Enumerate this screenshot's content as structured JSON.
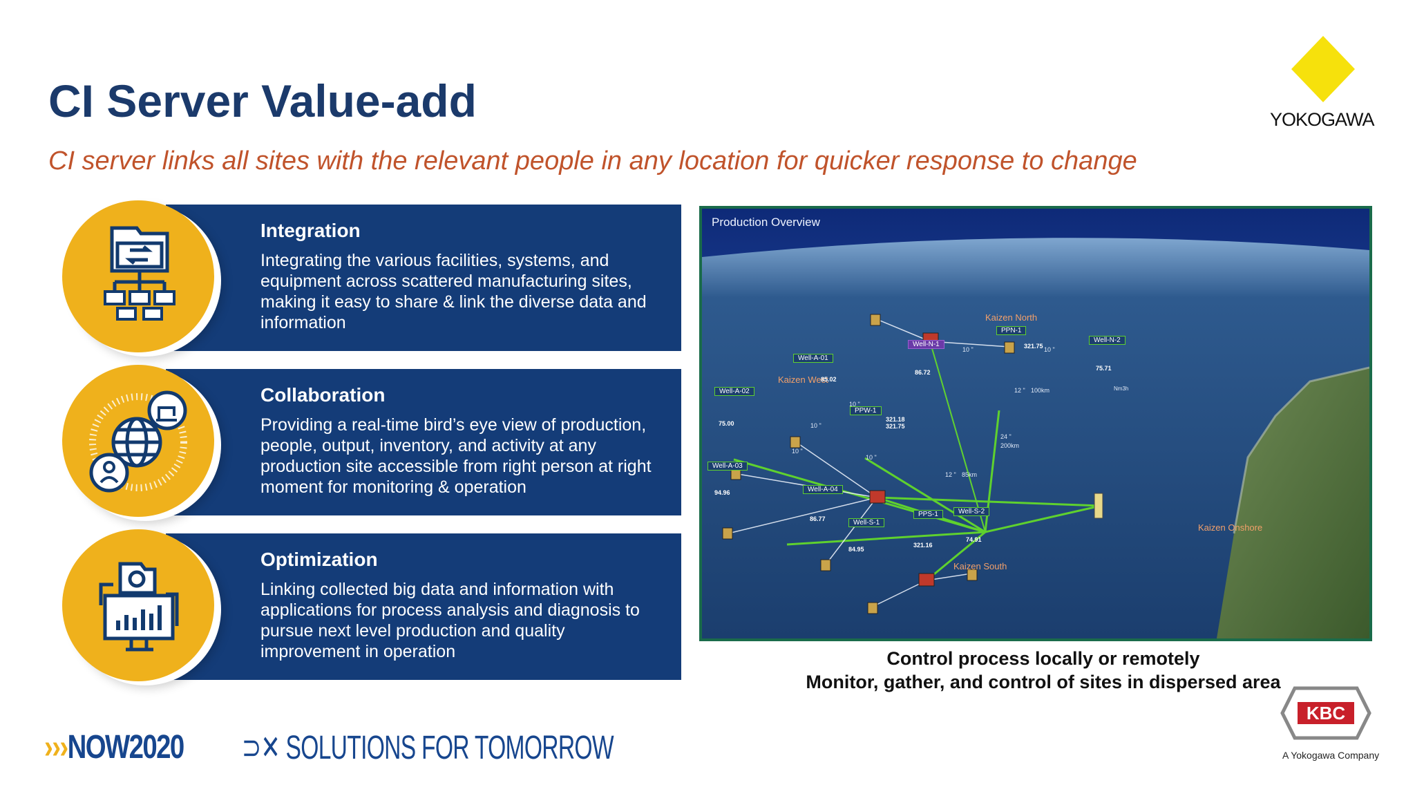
{
  "slide": {
    "title": "CI Server Value-add",
    "subtitle": "CI server links all sites with the relevant people in any location for quicker response to change",
    "brand": "YOKOGAWA"
  },
  "cards": [
    {
      "icon": "data-network-icon",
      "heading": "Integration",
      "body": "Integrating the various facilities, systems, and equipment across scattered manufacturing sites, making it easy to share & link the diverse data and information"
    },
    {
      "icon": "globe-people-icon",
      "heading": "Collaboration",
      "body": "Providing a real-time bird’s eye view of production, people, output, inventory, and activity at any production site accessible from right person at right moment for monitoring & operation"
    },
    {
      "icon": "analytics-monitor-icon",
      "heading": "Optimization",
      "body": "Linking collected big data and information with applications for process analysis and diagnosis to pursue next level production and quality improvement in operation"
    }
  ],
  "map": {
    "title": "Production Overview",
    "regions": [
      "Kaizen North",
      "Kaizen West",
      "Kaizen South",
      "Kaizen Onshore"
    ],
    "nodes": [
      {
        "label": "PPN-1",
        "value": "321.75"
      },
      {
        "label": "Well-N-1",
        "value": "86.72"
      },
      {
        "label": "Well-N-2",
        "value": "75.71"
      },
      {
        "label": "Well-A-01",
        "value": "85.02"
      },
      {
        "label": "Well-A-02",
        "value": "75.00"
      },
      {
        "label": "PPW-1",
        "value": "321.18",
        "value2": "321.75"
      },
      {
        "label": "Well-A-03",
        "value": "94.96"
      },
      {
        "label": "Well-A-04",
        "value": "86.77"
      },
      {
        "label": "PPS-1",
        "value": "321.16"
      },
      {
        "label": "Well-S-1",
        "value": "84.95"
      },
      {
        "label": "Well-S-2",
        "value": "74.91"
      }
    ],
    "unit": "Nm3h",
    "pipe_labels": [
      "10 \"",
      "10 \"",
      "12 \"",
      "100km",
      "10 \"",
      "10 \"",
      "10 \"",
      "10 \"",
      "24 \"",
      "200km",
      "12 \"",
      "85km"
    ]
  },
  "caption": {
    "line1": "Control process locally or remotely",
    "line2": "Monitor, gather, and control of sites in dispersed area"
  },
  "footer": {
    "event": "NOW2020",
    "tagline": "SOLUTIONS FOR TOMORROW",
    "kbc_logo": "KBC",
    "kbc_sub": "A Yokogawa Company"
  },
  "colors": {
    "navy": "#143c78",
    "title": "#1b3a6b",
    "accent": "#c0532b",
    "gold": "#efb11c",
    "pipe": "#5fd12e"
  }
}
